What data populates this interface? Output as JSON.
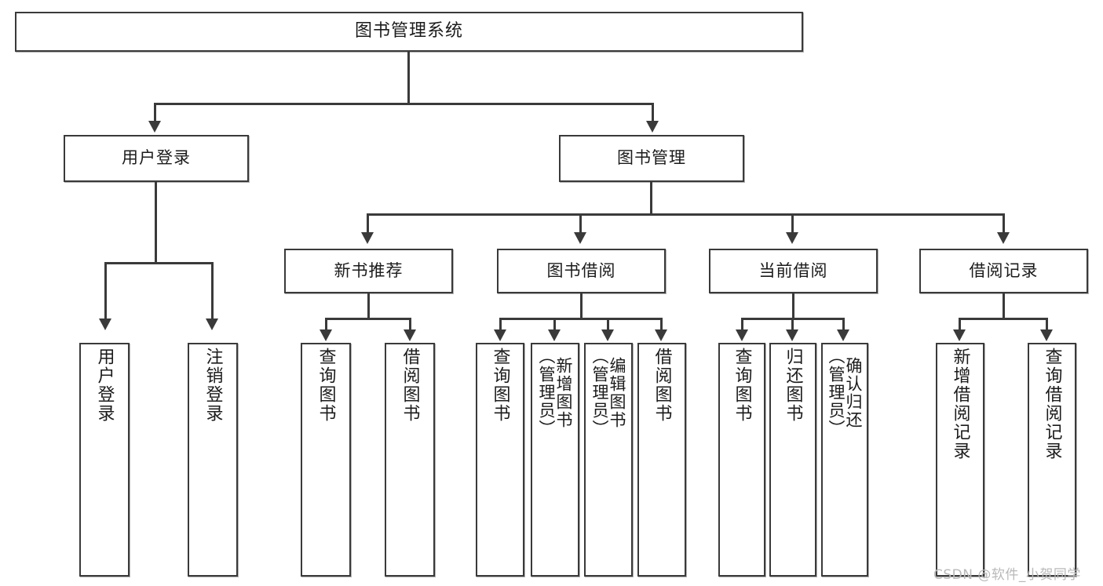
{
  "diagram": {
    "type": "tree-hierarchy",
    "title": "图书管理系统",
    "root": {
      "label": "图书管理系统"
    },
    "level2": [
      {
        "label": "用户登录"
      },
      {
        "label": "图书管理"
      }
    ],
    "level3": [
      {
        "label": "新书推荐"
      },
      {
        "label": "图书借阅"
      },
      {
        "label": "当前借阅"
      },
      {
        "label": "借阅记录"
      }
    ],
    "leaves": {
      "user_login": [
        {
          "label": "用户登录"
        },
        {
          "label": "注销登录"
        }
      ],
      "new_book_recommend": [
        {
          "label": "查询图书"
        },
        {
          "label": "借阅图书"
        }
      ],
      "book_borrow": [
        {
          "label": "查询图书"
        },
        {
          "label": "新增图书\n（管理员）"
        },
        {
          "label": "编辑图书\n（管理员）"
        },
        {
          "label": "借阅图书"
        }
      ],
      "current_borrow": [
        {
          "label": "查询图书"
        },
        {
          "label": "归还图书"
        },
        {
          "label": "确认归还\n（管理员）"
        }
      ],
      "borrow_record": [
        {
          "label": "新增借阅记录"
        },
        {
          "label": "查询借阅记录"
        }
      ]
    }
  },
  "watermark": {
    "text": "CSDN @软件_小贺同学"
  },
  "colors": {
    "stroke": "#3a3a3a",
    "background": "#ffffff",
    "text": "#1b1b1b",
    "watermark": "#b9b9b9"
  }
}
